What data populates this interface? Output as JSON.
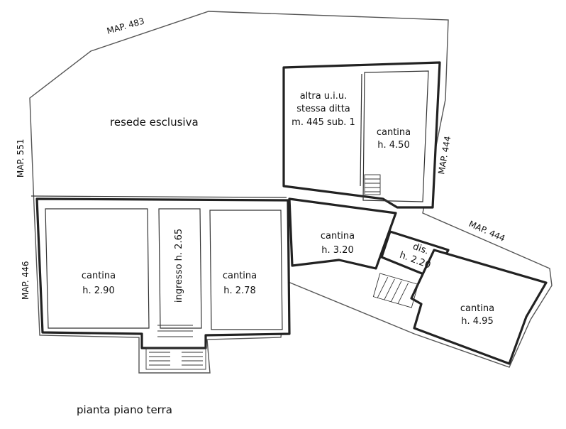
{
  "parcels": {
    "map_483": "MAP. 483",
    "map_551": "MAP. 551",
    "map_446": "MAP. 446",
    "map_444_upper": "MAP. 444",
    "map_444_lower": "MAP. 444"
  },
  "areas": {
    "resede": "resede esclusiva",
    "altra_line1": "altra u.i.u.",
    "altra_line2": "stessa ditta",
    "altra_line3": "m. 445 sub. 1"
  },
  "rooms": {
    "cantina_450": {
      "name": "cantina",
      "height": "h. 4.50"
    },
    "cantina_290": {
      "name": "cantina",
      "height": "h. 2.90"
    },
    "ingresso": {
      "name": "ingresso h. 2.65"
    },
    "cantina_278": {
      "name": "cantina",
      "height": "h. 2.78"
    },
    "cantina_320": {
      "name": "cantina",
      "height": "h. 3.20"
    },
    "dis": {
      "name": "dis.",
      "height": "h. 2.20"
    },
    "cantina_495": {
      "name": "cantina",
      "height": "h. 4.95"
    }
  },
  "caption": "pianta piano terra"
}
